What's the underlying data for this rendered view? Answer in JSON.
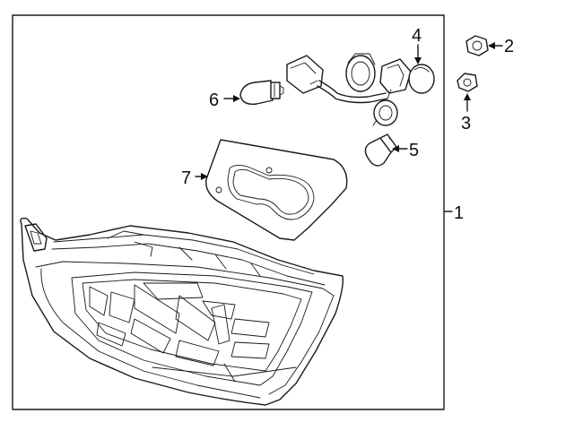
{
  "callouts": [
    {
      "id": "1",
      "text": "1"
    },
    {
      "id": "2",
      "text": "2"
    },
    {
      "id": "3",
      "text": "3"
    },
    {
      "id": "4",
      "text": "4"
    },
    {
      "id": "5",
      "text": "5"
    },
    {
      "id": "6",
      "text": "6"
    },
    {
      "id": "7",
      "text": "7"
    }
  ],
  "colors": {
    "line": "#1a1a1a",
    "background": "#ffffff"
  }
}
